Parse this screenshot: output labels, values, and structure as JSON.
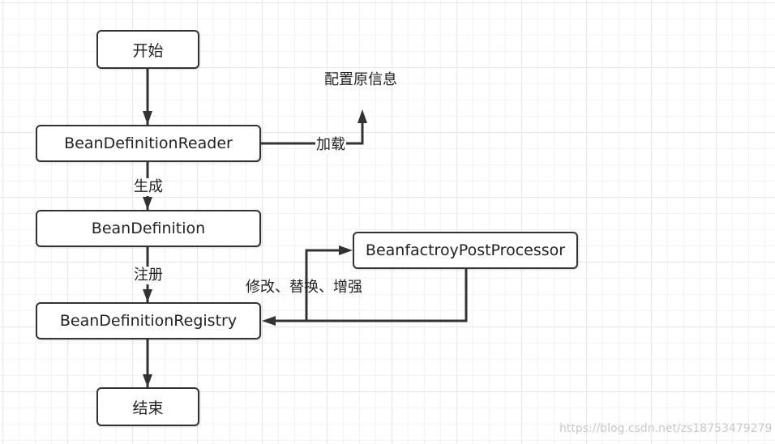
{
  "nodes": {
    "start": "开始",
    "reader": "BeanDefinitionReader",
    "definition": "BeanDefinition",
    "registry": "BeanDefinitionRegistry",
    "postprocessor": "BeanfactroyPostProcessor",
    "end": "结束"
  },
  "labels": {
    "config_source": "配置原信息",
    "load": "加载",
    "generate": "生成",
    "register": "注册",
    "modify": "修改、替换、增强"
  },
  "watermark": "https://blog.csdn.net/zs18753479279"
}
